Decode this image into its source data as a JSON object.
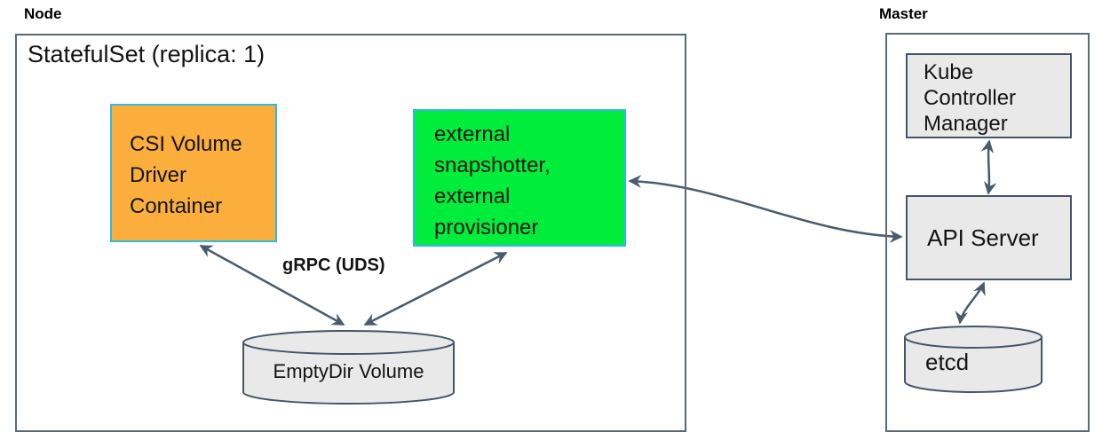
{
  "node": {
    "label": "Node",
    "statefulset_title": "StatefulSet (replica: 1)",
    "csi_box_lines": [
      "CSI Volume",
      "Driver",
      "Container"
    ],
    "sidecar_box_lines": [
      "external",
      "snapshotter,",
      "external",
      "provisioner"
    ],
    "grpc_label": "gRPC (UDS)",
    "emptydir_label": "EmptyDir Volume"
  },
  "master": {
    "label": "Master",
    "kcm_lines": [
      "Kube",
      "Controller",
      "Manager"
    ],
    "api_server_label": "API Server",
    "etcd_label": "etcd"
  },
  "colors": {
    "csi_box_fill": "#FBAE3C",
    "sidecar_box_fill": "#00ED3C",
    "highlight_border": "#30B8E8",
    "gray_fill": "#E9E9E9",
    "arrow": "#4A5B6D",
    "outer_border": "#5C6A76",
    "inner_border": "#44556B",
    "text": "#141414"
  },
  "connections": [
    {
      "from": "CSI Volume Driver Container",
      "to": "EmptyDir Volume",
      "bidirectional": true,
      "label": "gRPC (UDS)"
    },
    {
      "from": "external snapshotter, external provisioner",
      "to": "EmptyDir Volume",
      "bidirectional": true,
      "label": "gRPC (UDS)"
    },
    {
      "from": "external snapshotter, external provisioner",
      "to": "API Server",
      "bidirectional": true
    },
    {
      "from": "Kube Controller Manager",
      "to": "API Server",
      "bidirectional": true
    },
    {
      "from": "API Server",
      "to": "etcd",
      "bidirectional": true
    }
  ]
}
